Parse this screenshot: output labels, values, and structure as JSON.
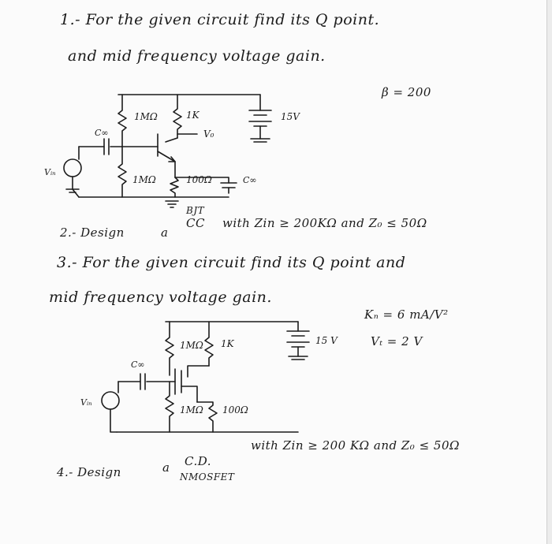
{
  "problem1": {
    "line1": "1.- For the given circuit find its Q point.",
    "line2": "and mid frequency voltage gain.",
    "beta": "β = 200"
  },
  "circuit1": {
    "r_top_left": "1MΩ",
    "r_top_right": "1K",
    "r_bottom_left": "1MΩ",
    "r_bottom_right": "100Ω",
    "supply": "15V",
    "coupling_cap": "C∞",
    "bypass_cap": "C∞",
    "output": "V₀",
    "source": "Vᵢₙ"
  },
  "problem2": {
    "label": "2.- Design",
    "article": "a",
    "type": "BJT",
    "config": "CC",
    "spec": "with Zin ≥ 200KΩ and Z₀ ≤ 50Ω"
  },
  "problem3": {
    "line1": "3.- For the given circuit find its Q point and",
    "line2": "mid frequency voltage gain.",
    "kn": "Kₙ = 6 mA/V²",
    "vt": "Vₜ = 2 V"
  },
  "circuit2": {
    "r_top_left": "1MΩ",
    "r_top_right": "1K",
    "r_bottom_left": "1MΩ",
    "r_bottom_right": "100Ω",
    "supply": "15 V",
    "coupling_cap": "C∞",
    "source": "Vᵢₙ"
  },
  "problem4": {
    "label": "4.- Design",
    "article": "a",
    "config": "C.D.",
    "type": "NMOSFET",
    "spec": "with Zin ≥ 200 KΩ and Z₀ ≤ 50Ω"
  }
}
